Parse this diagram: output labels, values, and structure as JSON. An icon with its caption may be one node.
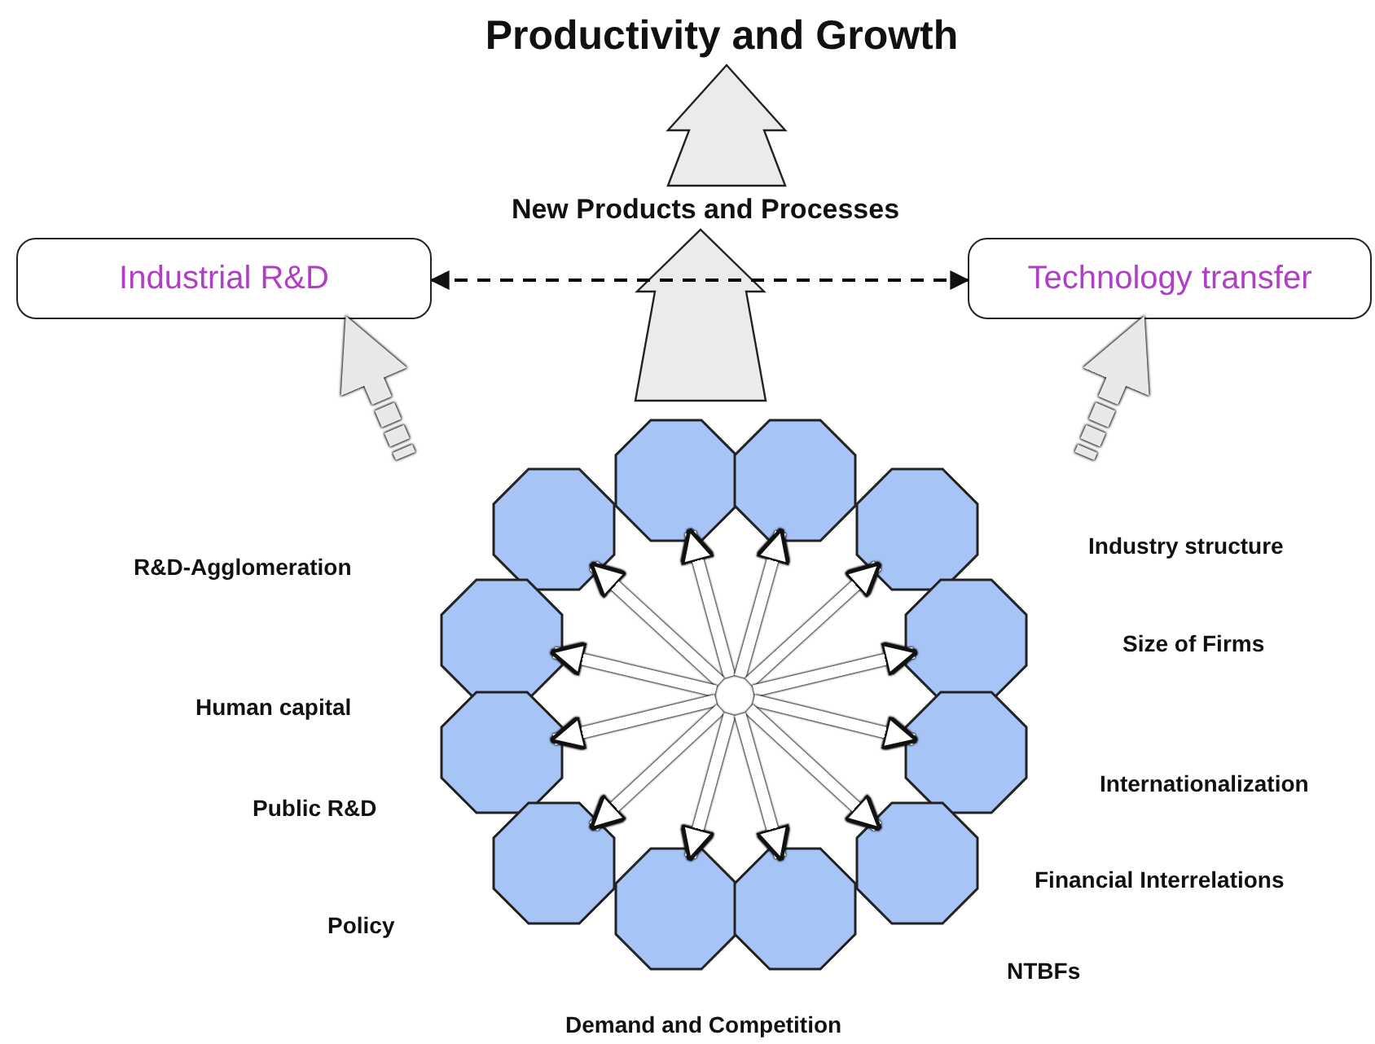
{
  "diagram": {
    "nodes": [
      {
        "text": [
          "Productivity and Growth"
        ]
      },
      {
        "text": [
          "New Products and Processes"
        ]
      },
      {
        "text": [
          "Industrial R&D"
        ]
      },
      {
        "text": [
          "Technology transfer"
        ]
      },
      {
        "text": [],
        "shape": "octagon"
      },
      {
        "text": [],
        "shape": "octagon"
      },
      {
        "text": [],
        "shape": "octagon"
      },
      {
        "text": [],
        "shape": "octagon"
      },
      {
        "text": [],
        "shape": "octagon"
      },
      {
        "text": [],
        "shape": "octagon"
      },
      {
        "text": [],
        "shape": "octagon"
      },
      {
        "text": [],
        "shape": "octagon"
      },
      {
        "text": [],
        "shape": "octagon"
      },
      {
        "text": [],
        "shape": "octagon"
      },
      {
        "text": [],
        "shape": "octagon"
      },
      {
        "text": [],
        "shape": "octagon"
      }
    ],
    "edges": [
      {
        "from": null,
        "to": 1,
        "arrow": "to",
        "style": "thick"
      },
      {
        "from": 1,
        "to": 0,
        "arrow": "to",
        "style": "thick"
      },
      {
        "from": 2,
        "to": 3,
        "arrow": "both",
        "style": "dashed",
        "color": "#000000"
      },
      {
        "from": null,
        "to": 2,
        "arrow": "to",
        "style": "dashed"
      },
      {
        "from": null,
        "to": 3,
        "arrow": "to",
        "style": "dashed"
      },
      {
        "from": null,
        "to": 4,
        "arrow": "to"
      },
      {
        "from": null,
        "to": 5,
        "arrow": "to"
      },
      {
        "from": null,
        "to": 6,
        "arrow": "to"
      },
      {
        "from": null,
        "to": 7,
        "arrow": "to"
      },
      {
        "from": null,
        "to": 8,
        "arrow": "to"
      },
      {
        "from": null,
        "to": 9,
        "arrow": "to"
      },
      {
        "from": null,
        "to": 10,
        "arrow": "to"
      },
      {
        "from": null,
        "to": 11,
        "arrow": "to"
      },
      {
        "from": null,
        "to": 12,
        "arrow": "to"
      },
      {
        "from": null,
        "to": 13,
        "arrow": "to"
      },
      {
        "from": null,
        "to": 14,
        "arrow": "to"
      },
      {
        "from": null,
        "to": 15,
        "arrow": "to"
      }
    ],
    "labels": [
      "Industry structure",
      "R&D-Agglomeration",
      "Size of Firms",
      "Human capital",
      "Internationalization",
      "Public R&D",
      "Financial Interrelations",
      "Policy",
      "NTBFs",
      "Demand and Competition"
    ]
  }
}
